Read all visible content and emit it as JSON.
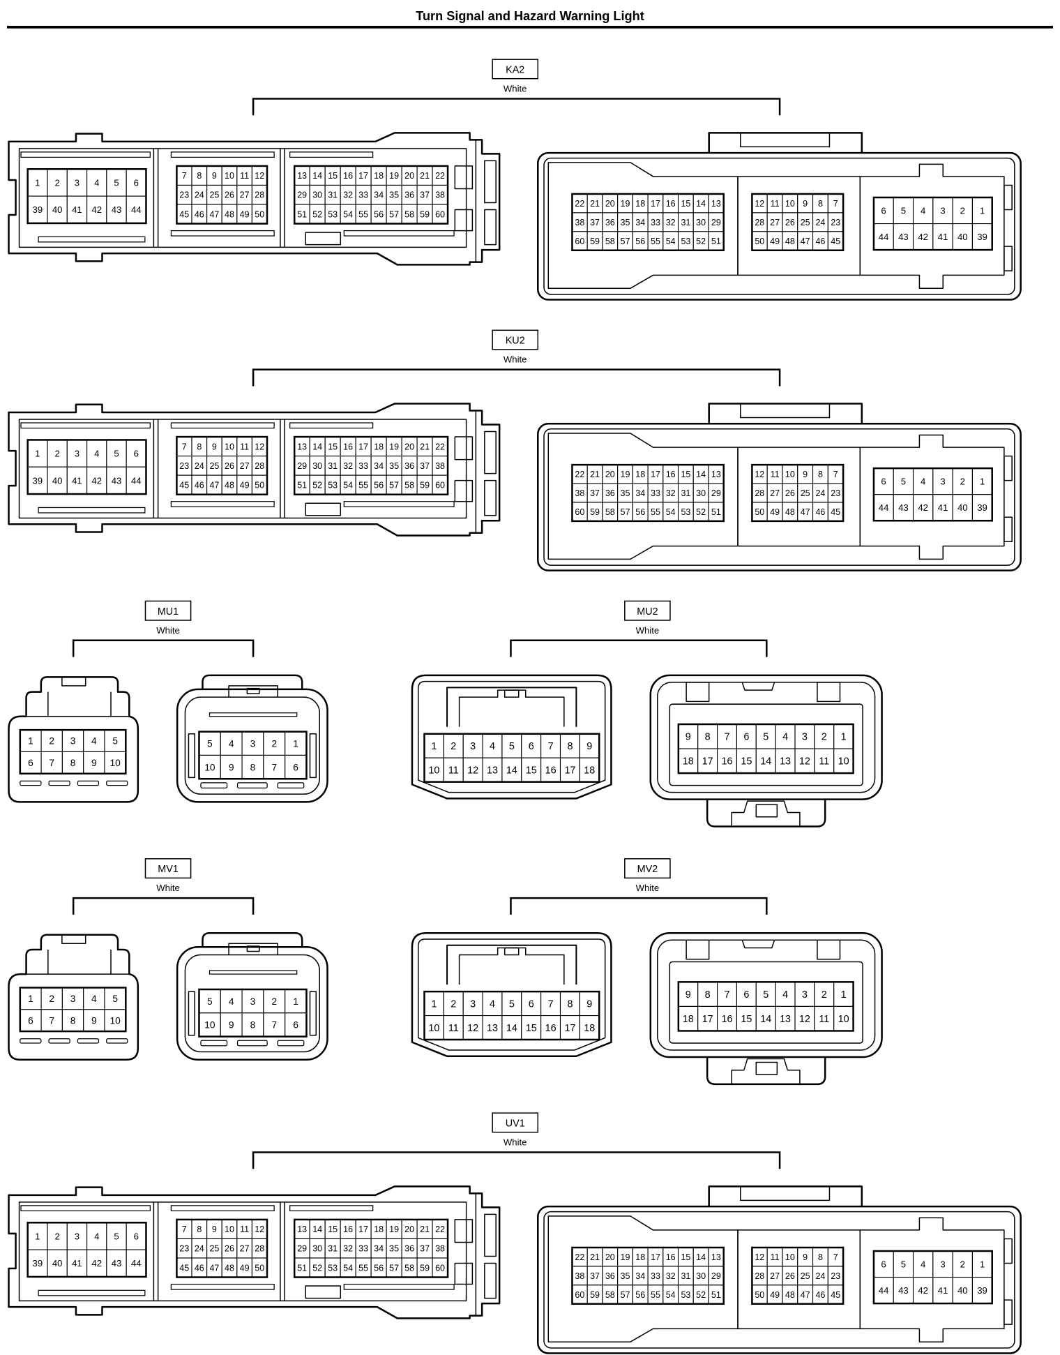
{
  "title": "Turn Signal and Hazard Warning Light",
  "connectors": [
    {
      "code": "KA2",
      "color": "White",
      "views": [
        [
          [
            [
              1,
              2,
              3,
              4,
              5,
              6
            ],
            [
              39,
              40,
              41,
              42,
              43,
              44
            ]
          ],
          [
            [
              7,
              8,
              9,
              10,
              11,
              12
            ],
            [
              23,
              24,
              25,
              26,
              27,
              28
            ],
            [
              45,
              46,
              47,
              48,
              49,
              50
            ]
          ],
          [
            [
              13,
              14,
              15,
              16,
              17,
              18,
              19,
              20,
              21,
              22
            ],
            [
              29,
              30,
              31,
              32,
              33,
              34,
              35,
              36,
              37,
              38
            ],
            [
              51,
              52,
              53,
              54,
              55,
              56,
              57,
              58,
              59,
              60
            ]
          ]
        ],
        [
          [
            [
              22,
              21,
              20,
              19,
              18,
              17,
              16,
              15,
              14,
              13
            ],
            [
              38,
              37,
              36,
              35,
              34,
              33,
              32,
              31,
              30,
              29
            ],
            [
              60,
              59,
              58,
              57,
              56,
              55,
              54,
              53,
              52,
              51
            ]
          ],
          [
            [
              12,
              11,
              10,
              9,
              8,
              7
            ],
            [
              28,
              27,
              26,
              25,
              24,
              23
            ],
            [
              50,
              49,
              48,
              47,
              46,
              45
            ]
          ],
          [
            [
              6,
              5,
              4,
              3,
              2,
              1
            ],
            [
              44,
              43,
              42,
              41,
              40,
              39
            ]
          ]
        ]
      ]
    },
    {
      "code": "KU2",
      "color": "White",
      "views": [
        [
          [
            [
              1,
              2,
              3,
              4,
              5,
              6
            ],
            [
              39,
              40,
              41,
              42,
              43,
              44
            ]
          ],
          [
            [
              7,
              8,
              9,
              10,
              11,
              12
            ],
            [
              23,
              24,
              25,
              26,
              27,
              28
            ],
            [
              45,
              46,
              47,
              48,
              49,
              50
            ]
          ],
          [
            [
              13,
              14,
              15,
              16,
              17,
              18,
              19,
              20,
              21,
              22
            ],
            [
              29,
              30,
              31,
              32,
              33,
              34,
              35,
              36,
              37,
              38
            ],
            [
              51,
              52,
              53,
              54,
              55,
              56,
              57,
              58,
              59,
              60
            ]
          ]
        ],
        [
          [
            [
              22,
              21,
              20,
              19,
              18,
              17,
              16,
              15,
              14,
              13
            ],
            [
              38,
              37,
              36,
              35,
              34,
              33,
              32,
              31,
              30,
              29
            ],
            [
              60,
              59,
              58,
              57,
              56,
              55,
              54,
              53,
              52,
              51
            ]
          ],
          [
            [
              12,
              11,
              10,
              9,
              8,
              7
            ],
            [
              28,
              27,
              26,
              25,
              24,
              23
            ],
            [
              50,
              49,
              48,
              47,
              46,
              45
            ]
          ],
          [
            [
              6,
              5,
              4,
              3,
              2,
              1
            ],
            [
              44,
              43,
              42,
              41,
              40,
              39
            ]
          ]
        ]
      ]
    },
    {
      "code": "MU1",
      "color": "White",
      "views": [
        [
          [
            [
              1,
              2,
              3,
              4,
              5
            ],
            [
              6,
              7,
              8,
              9,
              10
            ]
          ]
        ],
        [
          [
            [
              5,
              4,
              3,
              2,
              1
            ],
            [
              10,
              9,
              8,
              7,
              6
            ]
          ]
        ]
      ]
    },
    {
      "code": "MU2",
      "color": "White",
      "views": [
        [
          [
            [
              1,
              2,
              3,
              4,
              5,
              6,
              7,
              8,
              9
            ],
            [
              10,
              11,
              12,
              13,
              14,
              15,
              16,
              17,
              18
            ]
          ]
        ],
        [
          [
            [
              9,
              8,
              7,
              6,
              5,
              4,
              3,
              2,
              1
            ],
            [
              18,
              17,
              16,
              15,
              14,
              13,
              12,
              11,
              10
            ]
          ]
        ]
      ]
    },
    {
      "code": "MV1",
      "color": "White",
      "views": [
        [
          [
            [
              1,
              2,
              3,
              4,
              5
            ],
            [
              6,
              7,
              8,
              9,
              10
            ]
          ]
        ],
        [
          [
            [
              5,
              4,
              3,
              2,
              1
            ],
            [
              10,
              9,
              8,
              7,
              6
            ]
          ]
        ]
      ]
    },
    {
      "code": "MV2",
      "color": "White",
      "views": [
        [
          [
            [
              1,
              2,
              3,
              4,
              5,
              6,
              7,
              8,
              9
            ],
            [
              10,
              11,
              12,
              13,
              14,
              15,
              16,
              17,
              18
            ]
          ]
        ],
        [
          [
            [
              9,
              8,
              7,
              6,
              5,
              4,
              3,
              2,
              1
            ],
            [
              18,
              17,
              16,
              15,
              14,
              13,
              12,
              11,
              10
            ]
          ]
        ]
      ]
    },
    {
      "code": "UV1",
      "color": "White",
      "views": [
        [
          [
            [
              1,
              2,
              3,
              4,
              5,
              6
            ],
            [
              39,
              40,
              41,
              42,
              43,
              44
            ]
          ],
          [
            [
              7,
              8,
              9,
              10,
              11,
              12
            ],
            [
              23,
              24,
              25,
              26,
              27,
              28
            ],
            [
              45,
              46,
              47,
              48,
              49,
              50
            ]
          ],
          [
            [
              13,
              14,
              15,
              16,
              17,
              18,
              19,
              20,
              21,
              22
            ],
            [
              29,
              30,
              31,
              32,
              33,
              34,
              35,
              36,
              37,
              38
            ],
            [
              51,
              52,
              53,
              54,
              55,
              56,
              57,
              58,
              59,
              60
            ]
          ]
        ],
        [
          [
            [
              22,
              21,
              20,
              19,
              18,
              17,
              16,
              15,
              14,
              13
            ],
            [
              38,
              37,
              36,
              35,
              34,
              33,
              32,
              31,
              30,
              29
            ],
            [
              60,
              59,
              58,
              57,
              56,
              55,
              54,
              53,
              52,
              51
            ]
          ],
          [
            [
              12,
              11,
              10,
              9,
              8,
              7
            ],
            [
              28,
              27,
              26,
              25,
              24,
              23
            ],
            [
              50,
              49,
              48,
              47,
              46,
              45
            ]
          ],
          [
            [
              6,
              5,
              4,
              3,
              2,
              1
            ],
            [
              44,
              43,
              42,
              41,
              40,
              39
            ]
          ]
        ]
      ]
    }
  ]
}
